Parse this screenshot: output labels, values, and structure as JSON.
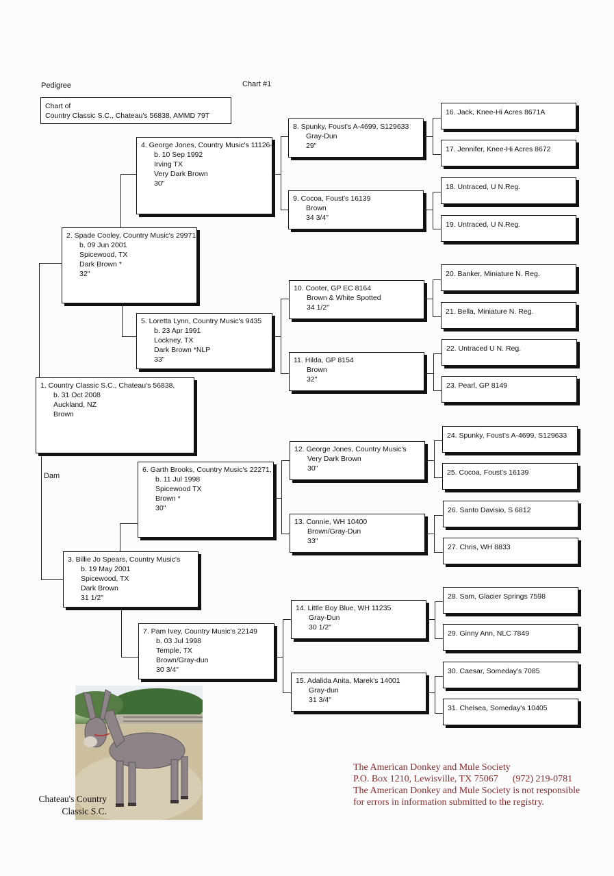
{
  "header": {
    "left": "Pedigree",
    "center": "Chart #1"
  },
  "chart_of": {
    "line1": "Chart of",
    "line2": "Country Classic S.C., Chateau's 56838, AMMD 79T"
  },
  "dam_label": "Dam",
  "horses": {
    "h1": {
      "name": "1. Country Classic S.C., Chateau's 56838,",
      "details": [
        "b. 31 Oct 2008",
        "Auckland, NZ",
        "Brown"
      ]
    },
    "h2": {
      "name": "2. Spade Cooley, Country Music's 29971",
      "details": [
        "b. 09 Jun 2001",
        "Spicewood, TX",
        "Dark Brown *",
        "32\""
      ]
    },
    "h3": {
      "name": "3. Billie Jo Spears, Country Music's",
      "details": [
        "b. 19 May 2001",
        "Spicewood, TX",
        "Dark Brown",
        "31 1/2\""
      ]
    },
    "h4": {
      "name": "4. George Jones, Country Music's 11126-",
      "details": [
        "b. 10 Sep 1992",
        "Irving TX",
        "Very Dark Brown",
        "30\""
      ]
    },
    "h5": {
      "name": "5. Loretta Lynn, Country Music's 9435",
      "details": [
        "b. 23 Apr 1991",
        "Lockney, TX",
        "Dark Brown *NLP",
        "33\""
      ]
    },
    "h6": {
      "name": "6. Garth Brooks, Country Music's 22271,",
      "details": [
        "b. 11 Jul 1998",
        "Spicewood TX",
        "Brown *",
        "30\""
      ]
    },
    "h7": {
      "name": "7. Pam Ivey, Country Music's 22149",
      "details": [
        "b. 03 Jul 1998",
        "Temple, TX",
        "Brown/Gray-dun",
        "30 3/4\""
      ]
    },
    "h8": {
      "name": "8. Spunky, Foust's A-4699, S129633",
      "details": [
        "Gray-Dun",
        "29\""
      ]
    },
    "h9": {
      "name": "9. Cocoa, Foust's 16139",
      "details": [
        "Brown",
        "34 3/4\""
      ]
    },
    "h10": {
      "name": "10. Cooter, GP EC 8164",
      "details": [
        "Brown & White Spotted",
        "34 1/2\""
      ]
    },
    "h11": {
      "name": "11. Hilda, GP 8154",
      "details": [
        "Brown",
        "32\""
      ]
    },
    "h12": {
      "name": "12. George Jones, Country Music's",
      "details": [
        "Very Dark Brown",
        "30\""
      ]
    },
    "h13": {
      "name": "13. Connie, WH 10400",
      "details": [
        "Brown/Gray-Dun",
        "33\""
      ]
    },
    "h14": {
      "name": "14. Little Boy Blue, WH 11235",
      "details": [
        "Gray-Dun",
        "30 1/2\""
      ]
    },
    "h15": {
      "name": "15. Adalida Anita, Marek's 14001",
      "details": [
        "Gray-dun",
        "31 3/4\""
      ]
    },
    "h16": {
      "name": "16. Jack, Knee-Hi Acres 8671A"
    },
    "h17": {
      "name": "17. Jennifer, Knee-Hi Acres 8672"
    },
    "h18": {
      "name": "18. Untraced, U N.Reg."
    },
    "h19": {
      "name": "19. Untraced, U N.Reg."
    },
    "h20": {
      "name": "20. Banker, Miniature N. Reg."
    },
    "h21": {
      "name": "21. Bella, Miniature N. Reg."
    },
    "h22": {
      "name": "22. Untraced U N. Reg."
    },
    "h23": {
      "name": "23. Pearl, GP 8149"
    },
    "h24": {
      "name": "24. Spunky, Foust's A-4699, S129633"
    },
    "h25": {
      "name": "25. Cocoa, Foust's 16139"
    },
    "h26": {
      "name": "26. Santo Davisio, S 6812"
    },
    "h27": {
      "name": "27. Chris, WH 8833"
    },
    "h28": {
      "name": "28. Sam, Glacier Springs 7598"
    },
    "h29": {
      "name": "29. Ginny Ann, NLC 7849"
    },
    "h30": {
      "name": "30. Caesar, Someday's 7085"
    },
    "h31": {
      "name": "31. Chelsea, Someday's 10405"
    }
  },
  "photo_caption": [
    "Chateau's Country",
    "Classic S.C."
  ],
  "society": [
    "The American Donkey and Mule Society",
    "P.O. Box 1210, Lewisville, TX 75067      (972) 219-0781",
    "The American Donkey and Mule Society is not responsible",
    "for errors in information submitted to the registry."
  ]
}
